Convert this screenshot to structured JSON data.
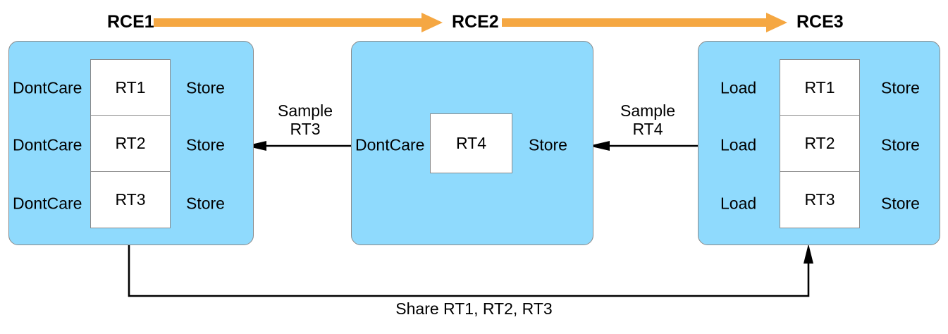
{
  "diagram": {
    "title_bar": {
      "stages": [
        {
          "name": "RCE1"
        },
        {
          "name": "RCE2"
        },
        {
          "name": "RCE3"
        }
      ],
      "arrow_color": "#F5A742",
      "arrow_labels": [
        "RCE1-to-RCE2",
        "RCE2-to-RCE3"
      ]
    },
    "panel_color": "#8FDAFD",
    "panel_border_color": "#8a8a8a",
    "cell_bg": "#ffffff",
    "panels": [
      {
        "id": "rce1",
        "name": "RCE1",
        "rows": [
          {
            "input": "DontCare",
            "register": "RT1",
            "output": "Store"
          },
          {
            "input": "DontCare",
            "register": "RT2",
            "output": "Store"
          },
          {
            "input": "DontCare",
            "register": "RT3",
            "output": "Store"
          }
        ]
      },
      {
        "id": "rce2",
        "name": "RCE2",
        "rows": [
          {
            "input": "DontCare",
            "register": "RT4",
            "output": "Store"
          }
        ]
      },
      {
        "id": "rce3",
        "name": "RCE3",
        "rows": [
          {
            "input": "Load",
            "register": "RT1",
            "output": "Store"
          },
          {
            "input": "Load",
            "register": "RT2",
            "output": "Store"
          },
          {
            "input": "Load",
            "register": "RT3",
            "output": "Store"
          }
        ]
      }
    ],
    "connectors": {
      "rce2_to_rce1": {
        "line1": "Sample",
        "line2": "RT3"
      },
      "rce3_to_rce2": {
        "line1": "Sample",
        "line2": "RT4"
      },
      "rce1_to_rce3": {
        "label": "Share RT1, RT2, RT3"
      }
    }
  }
}
